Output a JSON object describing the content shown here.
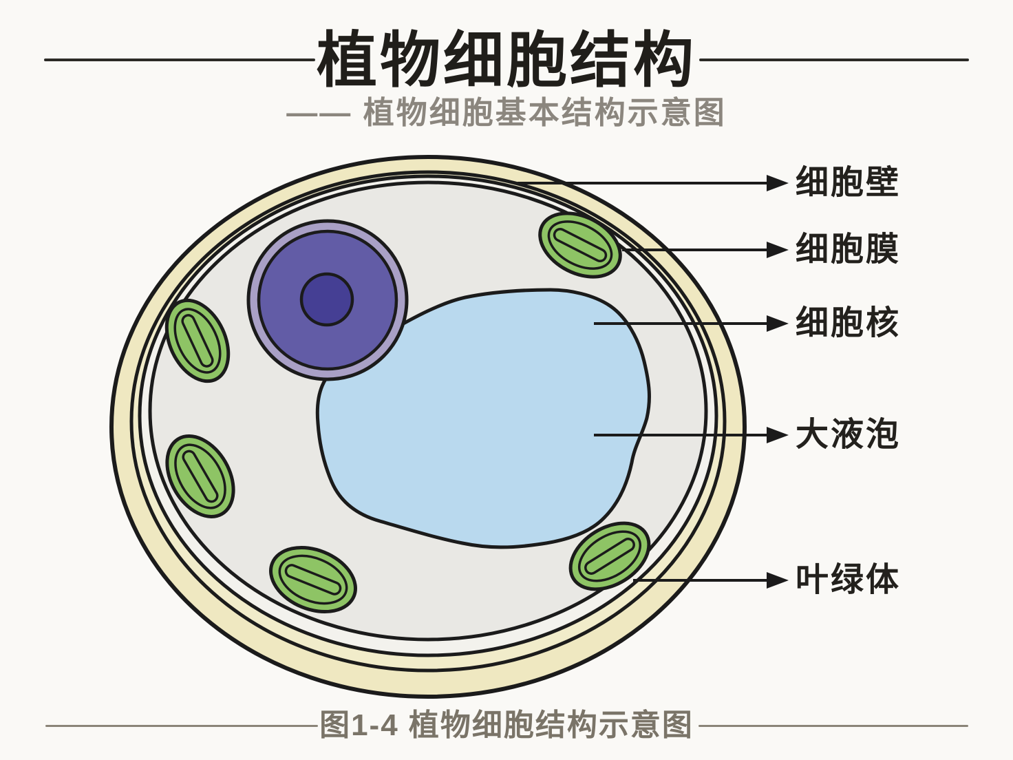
{
  "title": "植物细胞结构",
  "subtitle": "—— 植物细胞基本结构示意图",
  "caption": "图1-4 植物细胞结构示意图",
  "labels": [
    {
      "name": "cell-wall",
      "text": "细胞壁"
    },
    {
      "name": "cell-membrane",
      "text": "细胞膜"
    },
    {
      "name": "nucleus",
      "text": "细胞核"
    },
    {
      "name": "vacuole",
      "text": "大液泡"
    },
    {
      "name": "chloroplast",
      "text": "叶绿体"
    }
  ],
  "colors": {
    "bg": "#faf9f6",
    "wall-fill": "#efe8c1",
    "wall-fill-2": "#f1ecca",
    "gap-fill": "#f3f2ed",
    "cytoplasm": "#e9e8e4",
    "vacuole": "#b9d9ee",
    "chloroplast-green": "#8ec465",
    "nucleus-ring": "#a9a0c6",
    "nucleus-body": "#625ca6",
    "nucleolus": "#453f94",
    "outline": "#1b1b1b",
    "title-color": "#201e1a",
    "subtitle-color": "#8b867e",
    "caption-color": "#7a7468",
    "label-color": "#23211d",
    "title-line": "#2b2a26",
    "caption-line": "#8a8478"
  }
}
